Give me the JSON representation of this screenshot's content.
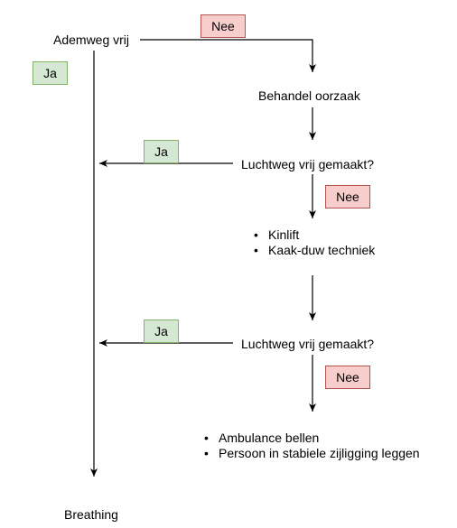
{
  "nodes": {
    "start": "Ademweg vrij",
    "treat_cause": "Behandel oorzaak",
    "check_1": "Luchtweg vrij gemaakt?",
    "check_2": "Luchtweg vrij gemaakt?",
    "end": "Breathing"
  },
  "badges": {
    "no_1": "Nee",
    "yes_1": "Ja",
    "yes_2": "Ja",
    "no_2": "Nee",
    "yes_3": "Ja",
    "no_3": "Nee"
  },
  "lists": {
    "techniques": [
      "Kinlift",
      "Kaak-duw techniek"
    ],
    "actions": [
      "Ambulance bellen",
      "Persoon in stabiele zijligging leggen"
    ]
  },
  "colors": {
    "yes_fill": "#d5e8d4",
    "yes_border": "#82b366",
    "no_fill": "#f8cecc",
    "no_border": "#b85450",
    "line": "#000000"
  }
}
